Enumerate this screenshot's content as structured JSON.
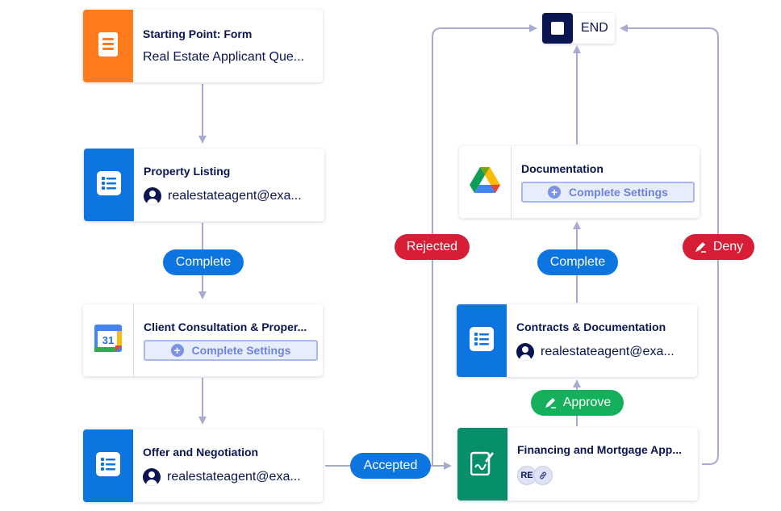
{
  "nodes": {
    "start": {
      "title": "Starting Point: Form",
      "subtitle": "Real Estate Applicant Que..."
    },
    "property": {
      "title": "Property Listing",
      "assignee": "realestateagent@exa..."
    },
    "consultation": {
      "title": "Client Consultation & Proper...",
      "button": "Complete Settings"
    },
    "offer": {
      "title": "Offer and Negotiation",
      "assignee": "realestateagent@exa..."
    },
    "financing": {
      "title": "Financing and Mortgage App...",
      "avatar_initials": "RE"
    },
    "contracts": {
      "title": "Contracts & Documentation",
      "assignee": "realestateagent@exa..."
    },
    "documentation": {
      "title": "Documentation",
      "button": "Complete Settings"
    },
    "end": {
      "label": "END"
    }
  },
  "connectors": {
    "complete_1": "Complete",
    "accepted": "Accepted",
    "rejected": "Rejected",
    "approve": "Approve",
    "complete_2": "Complete",
    "deny": "Deny"
  },
  "colors": {
    "form_orange": "#ff7b1c",
    "approval_blue": "#0c75e0",
    "sign_green": "#078f6b",
    "navy": "#0a1551",
    "connector": "#a8abd0",
    "pill_blue": "#0c75e0",
    "pill_red": "#d81e36",
    "pill_green": "#16b05c"
  },
  "icons": {
    "start": "form-icon",
    "property": "checklist-icon",
    "consultation": "google-calendar-icon",
    "offer": "checklist-icon",
    "financing": "signature-document-icon",
    "contracts": "checklist-icon",
    "documentation": "google-drive-icon",
    "end": "stop-square-icon"
  }
}
